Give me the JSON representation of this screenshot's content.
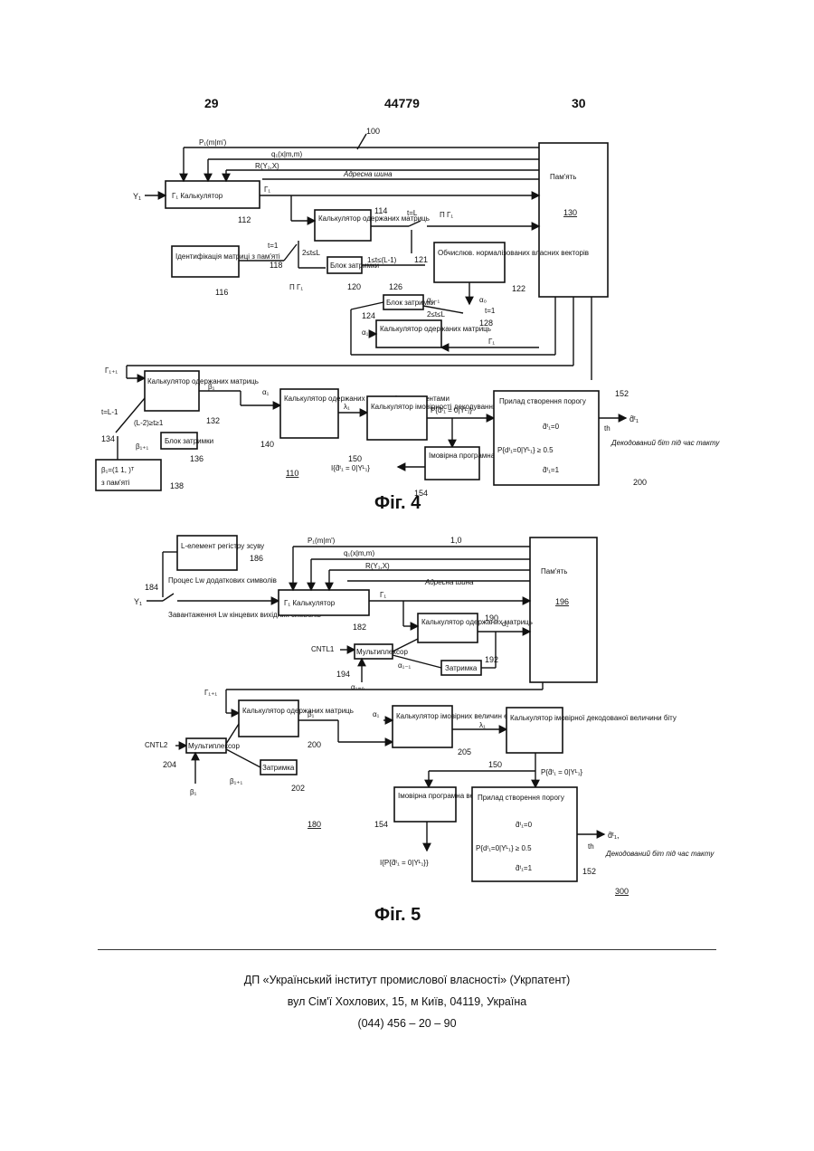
{
  "header": {
    "left_page": "29",
    "doc_number": "44779",
    "right_page": "30"
  },
  "fig4": {
    "caption": "Фіг. 4",
    "signals": {
      "p": "P₁(m|m')",
      "q": "q₁(x|m,m)",
      "r": "R(Y₁,X)",
      "addr": "Адресна шина",
      "y": "Y₁",
      "gamma": "Γ₁",
      "gamma_next": "Γ₁₊₁",
      "gamma_prod": "Π Γ₁",
      "gamma_prod2": "Π Γ₁",
      "beta": "β₁",
      "beta_next": "β₁₊₁",
      "beta_init": "β₁=(1 1, )ᵀ",
      "alpha": "α₁",
      "alpha_prev": "α₁₋₁",
      "alpha0": "α₀",
      "lambda": "λ₁",
      "tL": "t=L",
      "t1": "t=1",
      "t1b": "t=1",
      "t1c": "t=1",
      "tL1": "t=L-1",
      "r1": "2≤t≤L",
      "r2": "1≤t≤(L-1)",
      "r3": "2≤t≤L",
      "r4": "(L-2)≥t≥1",
      "prob": "P{d̂ᵗ₁ = 0|Yᴸ₁}",
      "info": "I{d̂ᵗ₁ = 0|Yᴸ₁}",
      "th": "th",
      "decoded": "d̂ᵗ₁",
      "decoded_note": "Декодований біт під час такту",
      "d0": "d̂ᵗ₁=0",
      "d1": "d̂ᵗ₁=1",
      "cmp": "P{dᵗ₁=0|Yᴸ₁} ≥ 0.5"
    },
    "blocks": {
      "memory": "Пам'ять",
      "calc": "Γ₁ Калькулятор",
      "mat_calc": "Калькулятор одержаних матриць",
      "id_mat": "Ідентифікація матриці з пам'яті",
      "delay1": "Блок затримки",
      "eig": "Обчислюв. нормалізованих власних векторів",
      "delay2": "Блок затримки",
      "mat_calc2": "Калькулятор одержаних матриць",
      "beta_calc": "Калькулятор одержаних матриць",
      "delay3": "Блок затримки",
      "init_mem": "з пам'яті",
      "elem_calc": "Калькулятор одержаних елементів з елементами",
      "prob_calc": "Калькулятор імовірності декодування величини біту",
      "func": "Імовірна програмна величина функції f()",
      "decision": "Прилад створення порогу"
    },
    "refs": {
      "r100": "100",
      "r112": "112",
      "r114": "114",
      "r116": "116",
      "r118": "118",
      "r120": "120",
      "r121": "121",
      "r122": "122",
      "r124": "124",
      "r126": "126",
      "r128": "128",
      "r130": "130",
      "r132": "132",
      "r134": "134",
      "r136": "136",
      "r138": "138",
      "r140": "140",
      "r150": "150",
      "r152": "152",
      "r154": "154",
      "r110": "110",
      "r200": "200"
    }
  },
  "fig5": {
    "caption": "Фіг. 5",
    "signals": {
      "p": "P₁(m|m')",
      "q": "q₁(x|m,m)",
      "r": "R(Y₁,X)",
      "addr": "Адресна шина",
      "y": "Y₁",
      "gamma": "Γ₁",
      "gamma_next": "Γ₁₊₁",
      "alpha": "α₁",
      "alpha_prev": "α₁₋₁",
      "alpha0": "α₁₌₀",
      "beta": "β₁",
      "beta_next": "β₁₊₁",
      "beta_in": "β₁",
      "lambda": "λ₁",
      "cntl1": "CNTL1",
      "cntl2": "CNTL2",
      "prob": "P{d̂ᵗ₁ = 0|Yᴸ₁}",
      "info": "I{P{d̂ᵗ₁ = 0|Yᴸ₁}}",
      "th": "th",
      "decoded": "d̂ᵗ₁,",
      "decoded_note": "Декодований біт під час такту",
      "d0": "d̂ᵗ₁=0",
      "d1": "d̂ᵗ₁=1",
      "cmp": "P{dᵗ₁=0|Yᴸ₁} ≥ 0.5",
      "proc": "Процес Lw додаткових символів",
      "wrap": "Завантаження Lw кінцевих вихідних символів"
    },
    "blocks": {
      "memory": "Пам'ять",
      "lreg": "L-елемент регістру зсуву",
      "calc": "Γ₁ Калькулятор",
      "alpha_calc": "Калькулятор одержаних матриць",
      "mux1": "Мультиплексор",
      "delay1": "Затримка",
      "beta_calc": "Калькулятор одержаних матриць",
      "mux2": "Мультиплексор",
      "delay2": "Затримка",
      "elem_calc": "Калькулятор імовірних величин елементів біт",
      "prob_calc": "Калькулятор імовірної декодованої величини біту",
      "func": "Імовірна програмна величина функції f(·)",
      "decision": "Прилад створення порогу"
    },
    "refs": {
      "r196": "196",
      "r186": "186",
      "r184": "184",
      "r182": "182",
      "r190": "190",
      "r192": "192",
      "r194": "194",
      "r200": "200",
      "r202": "202",
      "r204": "204",
      "r205": "205",
      "r150": "150",
      "r154": "154",
      "r152": "152",
      "r180": "180",
      "r300": "300",
      "r1": "1,0"
    }
  },
  "footer": {
    "line1": "ДП «Український інститут промислової власності» (Укрпатент)",
    "line2": "вул  Сім'ї Хохлових, 15, м  Київ, 04119, Україна",
    "line3": "(044) 456 – 20 – 90"
  }
}
